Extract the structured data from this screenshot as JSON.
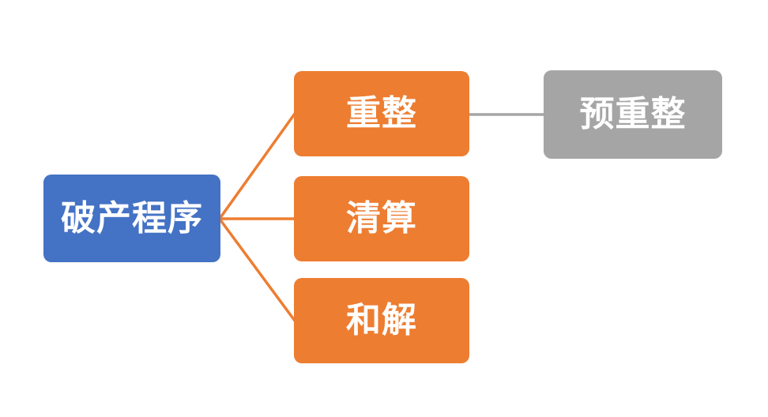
{
  "diagram": {
    "nodes": {
      "root": {
        "label": "破产程序"
      },
      "children": [
        {
          "label": "重整"
        },
        {
          "label": "清算"
        },
        {
          "label": "和解"
        }
      ],
      "leaf": {
        "label": "预重整"
      }
    }
  },
  "colors": {
    "root_blue": "#4472C4",
    "branch_orange": "#ED7D31",
    "leaf_gray": "#A5A5A5",
    "connector_orange": "#ED7D31",
    "connector_gray": "#A5A5A5",
    "text_white": "#FFFFFF",
    "background": "#FFFFFF"
  }
}
